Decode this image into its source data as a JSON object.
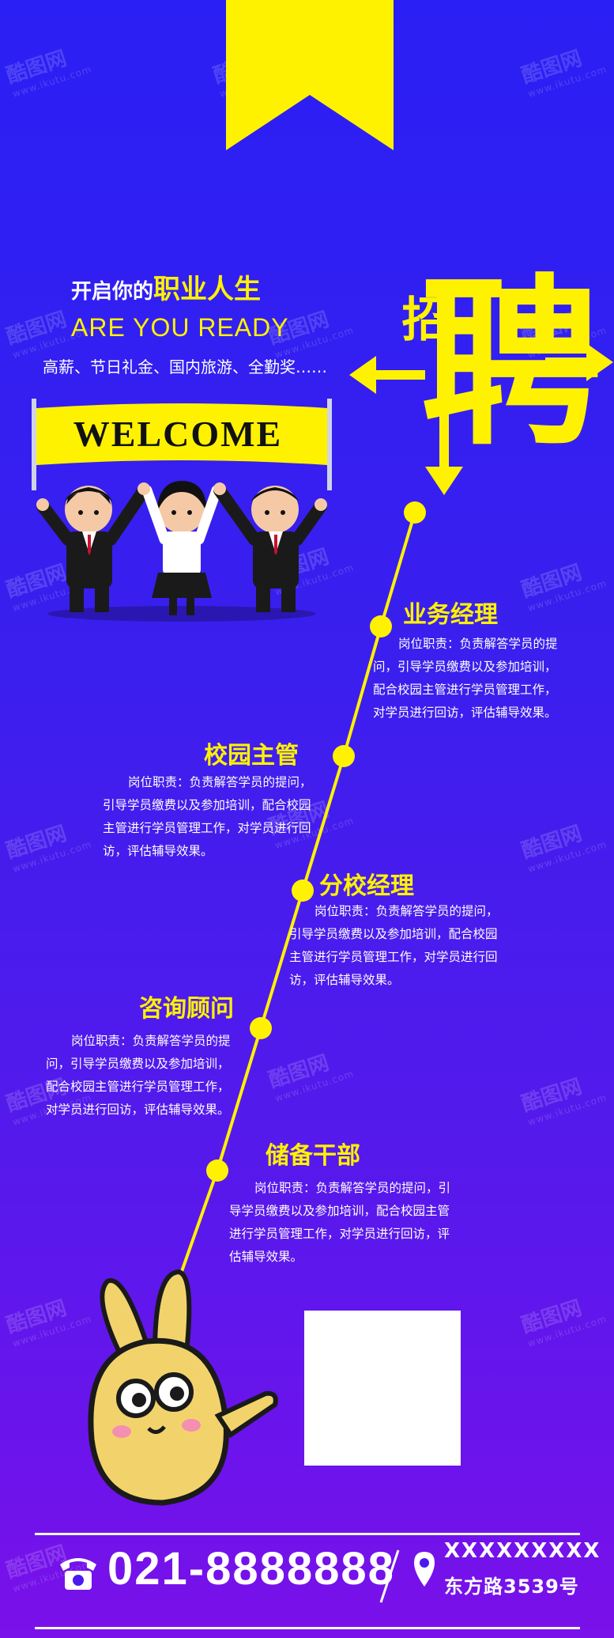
{
  "headline": {
    "prefix": "开启你的",
    "highlight": "职业人生",
    "english": "ARE YOU READY",
    "benefits": "高薪、节日礼金、国内旅游、全勤奖……"
  },
  "banner": {
    "text": "WELCOME"
  },
  "hero": {
    "char_main": "聘",
    "char_sub": "招"
  },
  "jobs": [
    {
      "title": "业务经理",
      "desc": "岗位职责：负责解答学员的提问，引导学员缴费以及参加培训，配合校园主管进行学员管理工作，对学员进行回访，评估辅导效果。"
    },
    {
      "title": "校园主管",
      "desc": "岗位职责：负责解答学员的提问，引导学员缴费以及参加培训，配合校园主管进行学员管理工作，对学员进行回访，评估辅导效果。"
    },
    {
      "title": "分校经理",
      "desc": "岗位职责：负责解答学员的提问，引导学员缴费以及参加培训，配合校园主管进行学员管理工作，对学员进行回访，评估辅导效果。"
    },
    {
      "title": "咨询顾问",
      "desc": "岗位职责：负责解答学员的提问，引导学员缴费以及参加培训，配合校园主管进行学员管理工作，对学员进行回访，评估辅导效果。"
    },
    {
      "title": "储备干部",
      "desc": "岗位职责：负责解答学员的提问，引导学员缴费以及参加培训，配合校园主管进行学员管理工作，对学员进行回访，评估辅导效果。"
    }
  ],
  "contact": {
    "phone": "021-8888888",
    "address_line1": "XXXXXXXXX",
    "address_line2": "东方路3539号"
  },
  "watermark": {
    "brand": "酷图网",
    "url": "www.ikutu.com"
  },
  "colors": {
    "background_top": "#2a1ff4",
    "background_bottom": "#7a10ea",
    "accent": "#fff200",
    "text": "#ffffff"
  },
  "icons": [
    "ribbon-icon",
    "telephone-icon",
    "location-pin-icon",
    "welcome-banner",
    "cartoon-people",
    "cartoon-rabbit"
  ]
}
